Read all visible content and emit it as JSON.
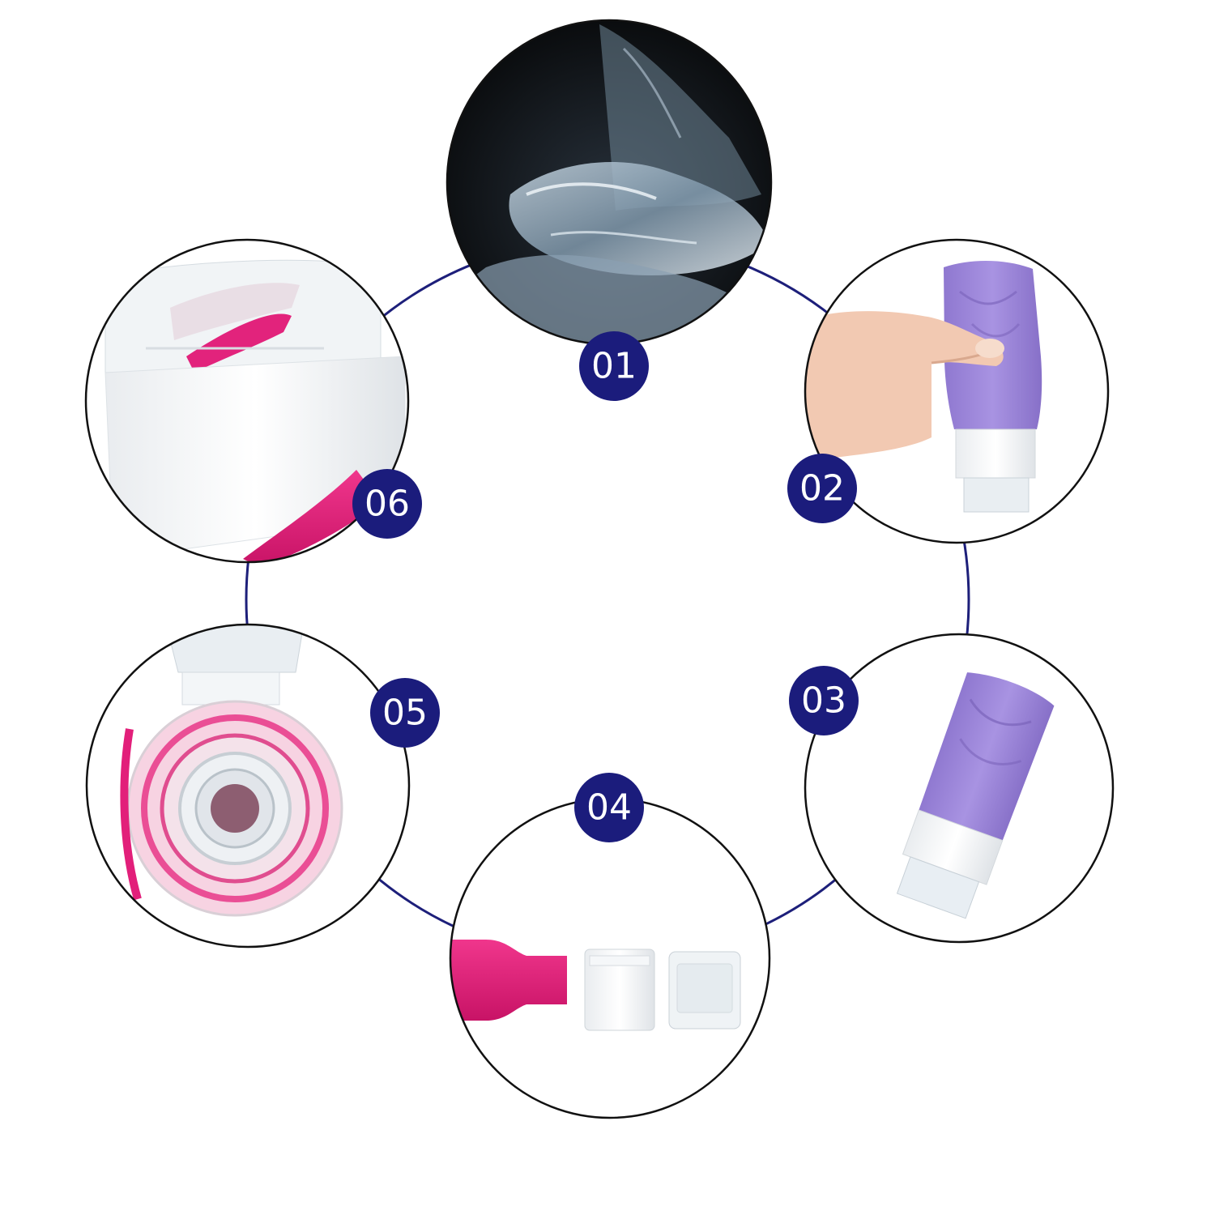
{
  "colors": {
    "ring": "#1d1f7a",
    "badge": "#1b1c7c",
    "badge_text": "#ffffff",
    "circle_outline": "#111111",
    "background": "#ffffff",
    "silicone_purple": "#9b86d8",
    "silicone_pink": "#e21f7a"
  },
  "panels": [
    {
      "number": "01",
      "subject": "clear silicone bottle being squeezed, dark background"
    },
    {
      "number": "02",
      "subject": "hand squeezing a purple silicone travel bottle"
    },
    {
      "number": "03",
      "subject": "purple silicone travel bottle with clear cap"
    },
    {
      "number": "04",
      "subject": "pink bottle neck, white valve and clear cap parts"
    },
    {
      "number": "05",
      "subject": "top view of pink leak-proof valve inside flip cap"
    },
    {
      "number": "06",
      "subject": "close-up of clear flip cap with pink seal"
    }
  ]
}
